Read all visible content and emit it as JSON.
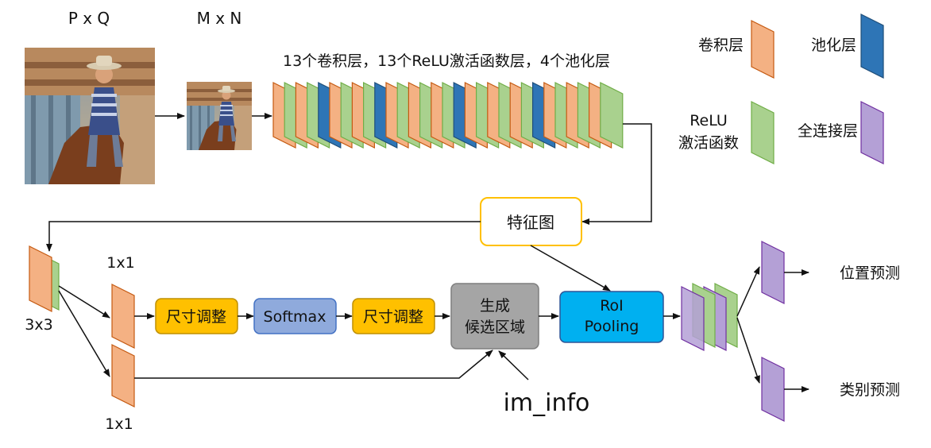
{
  "images": {
    "input_label": "P x Q",
    "resized_label": "M x N"
  },
  "backbone": {
    "caption": "13个卷积层，13个ReLU激活函数层，4个池化层",
    "sequence": "CRCRPCRCRPCRCRCRPCRCRCRPCRCRCR"
  },
  "legend": {
    "conv": "卷积层",
    "pool": "池化层",
    "relu_line1": "ReLU",
    "relu_line2": "激活函数",
    "fc": "全连接层"
  },
  "feature_map": "特征图",
  "rpn": {
    "conv3_label": "3x3",
    "conv1_top_label": "1x1",
    "conv1_bottom_label": "1x1",
    "reshape1": "尺寸调整",
    "softmax": "Softmax",
    "reshape2": "尺寸调整",
    "proposal_line1": "生成",
    "proposal_line2": "候选区域",
    "im_info": "im_info"
  },
  "roi": {
    "line1": "RoI",
    "line2": "Pooling"
  },
  "outputs": {
    "bbox": "位置预测",
    "cls": "类别预测"
  },
  "colors": {
    "conv": "#f4b183",
    "relu": "#a9d18e",
    "pool": "#2e75b6",
    "fc": "#b4a0d6",
    "reshape": "#ffc000",
    "softmax": "#8faadc",
    "proposal": "#a5a5a5",
    "roi": "#00b0f0",
    "feature_border": "#ffc000"
  }
}
